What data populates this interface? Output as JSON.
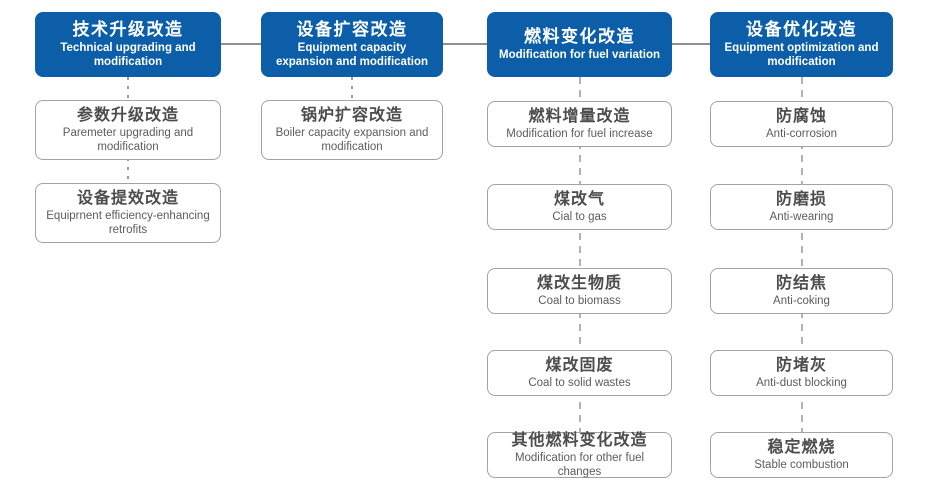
{
  "diagram": {
    "header_bg_color": "#0b5ea7",
    "connector_line_color": "#8f8f8f",
    "columns": [
      {
        "header": {
          "zh": "技术升级改造",
          "en": "Technical upgrading and modification"
        },
        "items": [
          {
            "zh": "参数升级改造",
            "en": "Paremeter upgrading and modification"
          },
          {
            "zh": "设备提效改造",
            "en": "Equiprnent efficiency-enhancing retrofits"
          }
        ]
      },
      {
        "header": {
          "zh": "设备扩容改造",
          "en": "Equipment capacity expansion and modification"
        },
        "items": [
          {
            "zh": "锅炉扩容改造",
            "en": "Boiler capacity expansion and modification"
          }
        ]
      },
      {
        "header": {
          "zh": "燃料变化改造",
          "en": "Modification for fuel variation"
        },
        "items": [
          {
            "zh": "燃料增量改造",
            "en": "Modification for fuel increase"
          },
          {
            "zh": "煤改气",
            "en": "Cial to gas"
          },
          {
            "zh": "煤改生物质",
            "en": "Coal to biomass"
          },
          {
            "zh": "煤改固废",
            "en": "Coal to solid wastes"
          },
          {
            "zh": "其他燃料变化改造",
            "en": "Modification for other fuel changes"
          }
        ]
      },
      {
        "header": {
          "zh": "设备优化改造",
          "en": "Equipment optimization and modification"
        },
        "items": [
          {
            "zh": "防腐蚀",
            "en": "Anti-corrosion"
          },
          {
            "zh": "防磨损",
            "en": "Anti-wearing"
          },
          {
            "zh": "防结焦",
            "en": "Anti-coking"
          },
          {
            "zh": "防堵灰",
            "en": "Anti-dust blocking"
          },
          {
            "zh": "稳定燃烧",
            "en": "Stable combustion"
          }
        ]
      }
    ]
  }
}
